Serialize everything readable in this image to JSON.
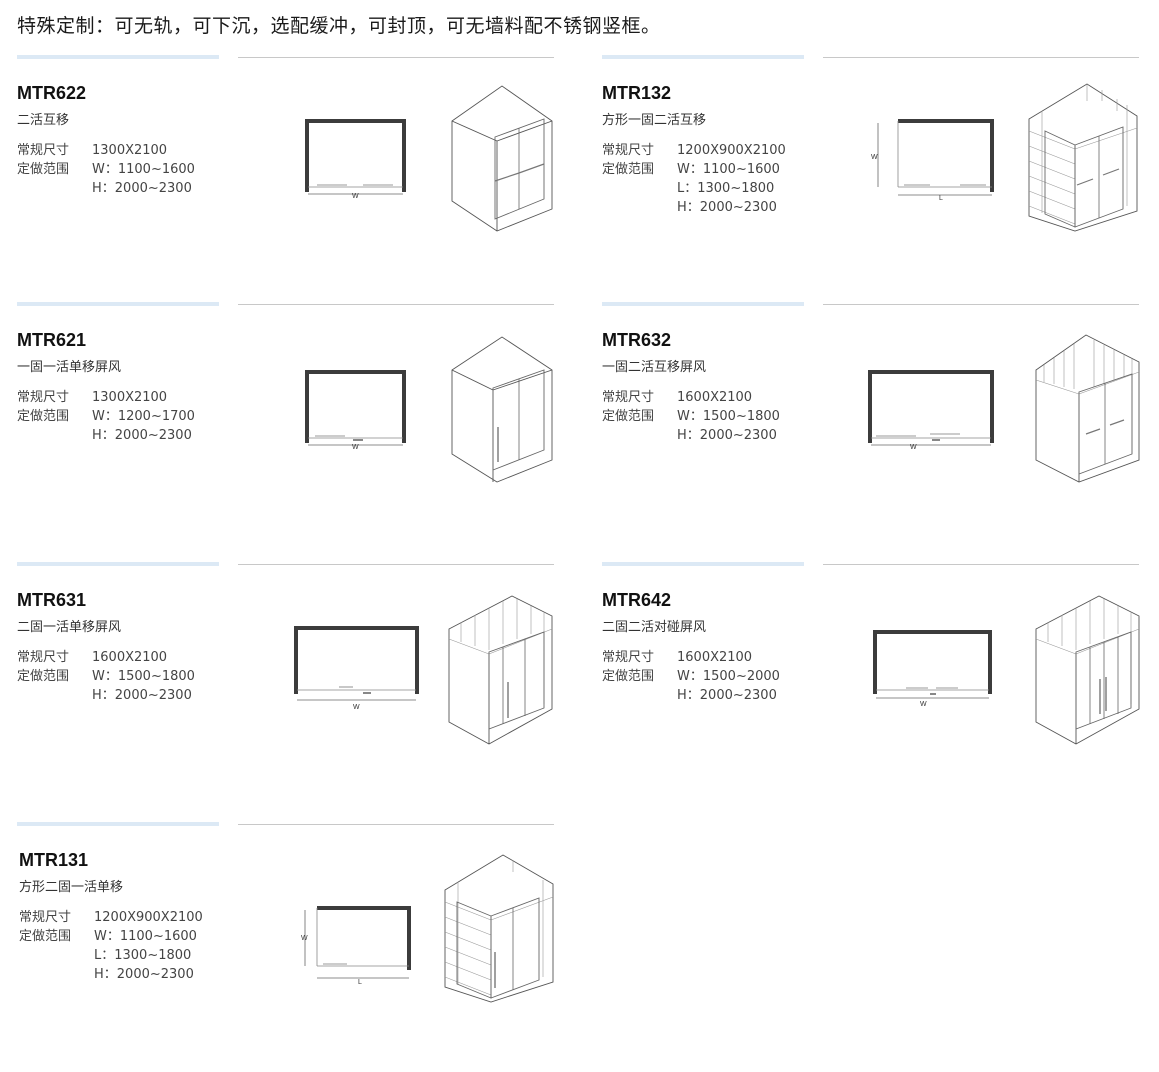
{
  "page": {
    "title": "特殊定制：可无轨，可下沉，选配缓冲，可封顶，可无墙料配不锈钢竖框。"
  },
  "common": {
    "std_label": "常规尺寸",
    "custom_label": "定做范围",
    "plan_w": "W",
    "plan_l": "L"
  },
  "products": [
    {
      "model": "MTR622",
      "name": "二活互移",
      "std": "1300X2100",
      "ranges": [
        "W：1100~1600",
        "H：2000~2300"
      ]
    },
    {
      "model": "MTR132",
      "name": "方形一固二活互移",
      "std": "1200X900X2100",
      "ranges": [
        "W：1100~1600",
        "L：1300~1800",
        "H：2000~2300"
      ]
    },
    {
      "model": "MTR621",
      "name": "一固一活单移屏风",
      "std": "1300X2100",
      "ranges": [
        "W：1200~1700",
        "H：2000~2300"
      ]
    },
    {
      "model": "MTR632",
      "name": "一固二活互移屏风",
      "std": "1600X2100",
      "ranges": [
        "W：1500~1800",
        "H：2000~2300"
      ]
    },
    {
      "model": "MTR631",
      "name": "二固一活单移屏风",
      "std": "1600X2100",
      "ranges": [
        "W：1500~1800",
        "H：2000~2300"
      ]
    },
    {
      "model": "MTR642",
      "name": "二固二活对碰屏风",
      "std": "1600X2100",
      "ranges": [
        "W：1500~2000",
        "H：2000~2300"
      ]
    },
    {
      "model": "MTR131",
      "name": "方形二固一活单移",
      "std": "1200X900X2100",
      "ranges": [
        "W：1100~1600",
        "L：1300~1800",
        "H：2000~2300"
      ]
    }
  ]
}
